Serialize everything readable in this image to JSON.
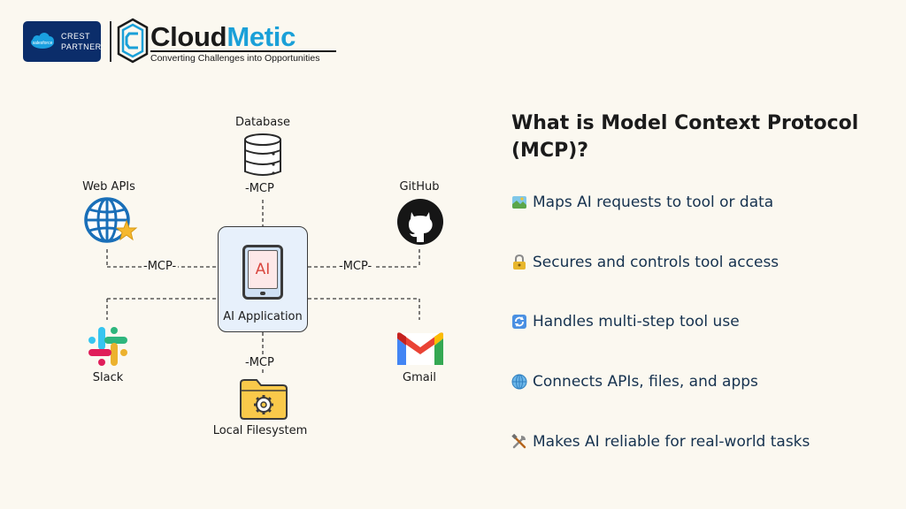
{
  "brand": {
    "badge_line1": "CREST",
    "badge_line2": "PARTNER",
    "badge_cloud_text": "salesforce",
    "name_part1": "Cloud",
    "name_part2": "Metic",
    "tagline": "Converting Challenges into Opportunities",
    "colors": {
      "badge": "#0b2d6a",
      "accent": "#1aa0d8"
    }
  },
  "diagram": {
    "hub": {
      "label": "AI Application",
      "screen_text": "AI",
      "icon": "tablet-icon"
    },
    "nodes": {
      "database": {
        "label": "Database",
        "icon": "database-icon"
      },
      "web_apis": {
        "label": "Web APIs",
        "icon": "globe-icon"
      },
      "github": {
        "label": "GitHub",
        "icon": "github-icon"
      },
      "slack": {
        "label": "Slack",
        "icon": "slack-icon"
      },
      "gmail": {
        "label": "Gmail",
        "icon": "gmail-icon"
      },
      "filesystem": {
        "label": "Local Filesystem",
        "icon": "folder-gear-icon"
      }
    },
    "connections": {
      "top": "-MCP",
      "left": "-MCP-",
      "right": "-MCP-",
      "bottom": "-MCP"
    }
  },
  "panel": {
    "title": "What is Model Context Protocol (MCP)?",
    "features": [
      {
        "icon": "map-icon",
        "text": "Maps AI requests to tool or data"
      },
      {
        "icon": "lock-icon",
        "text": "Secures and controls tool access"
      },
      {
        "icon": "refresh-icon",
        "text": "Handles multi-step tool use"
      },
      {
        "icon": "globe-small-icon",
        "text": "Connects APIs, files, and apps"
      },
      {
        "icon": "tools-icon",
        "text": "Makes AI reliable for real-world tasks"
      }
    ]
  }
}
